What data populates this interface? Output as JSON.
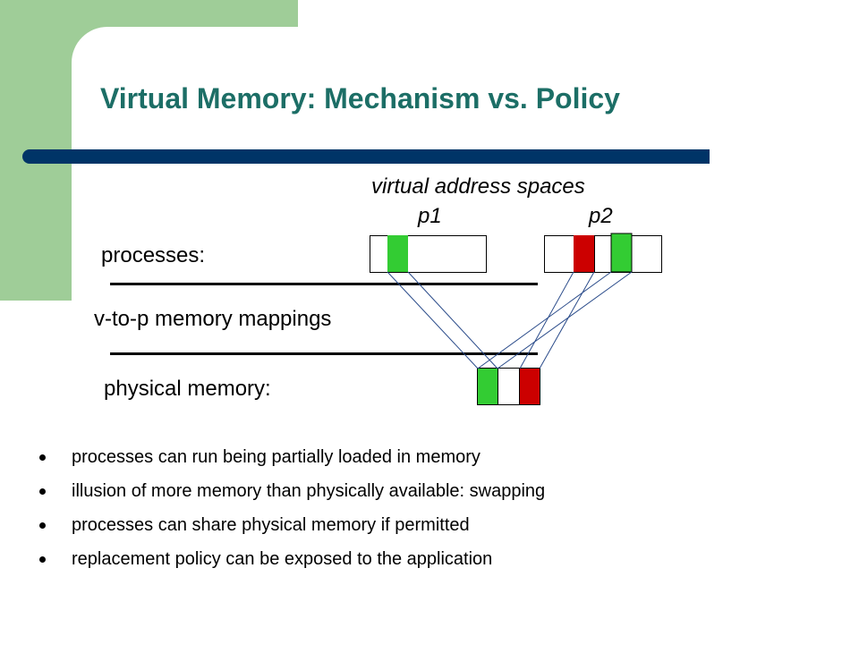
{
  "slide": {
    "title": "Virtual Memory: Mechanism vs. Policy",
    "header": "virtual address spaces",
    "p1_label": "p1",
    "p2_label": "p2",
    "processes_label": "processes:",
    "mappings_label": "v-to-p memory mappings",
    "physical_label": "physical memory:"
  },
  "colors": {
    "accent_green": "#33cc33",
    "accent_red": "#cc0000",
    "title_color": "#1c6e66",
    "rule_color": "#003467",
    "panel_green": "#9fcd98"
  },
  "bullets": [
    "processes can run being partially loaded in memory",
    "illusion of more memory than physically available: swapping",
    "processes can share physical memory if permitted",
    "replacement policy can be exposed to the application"
  ]
}
